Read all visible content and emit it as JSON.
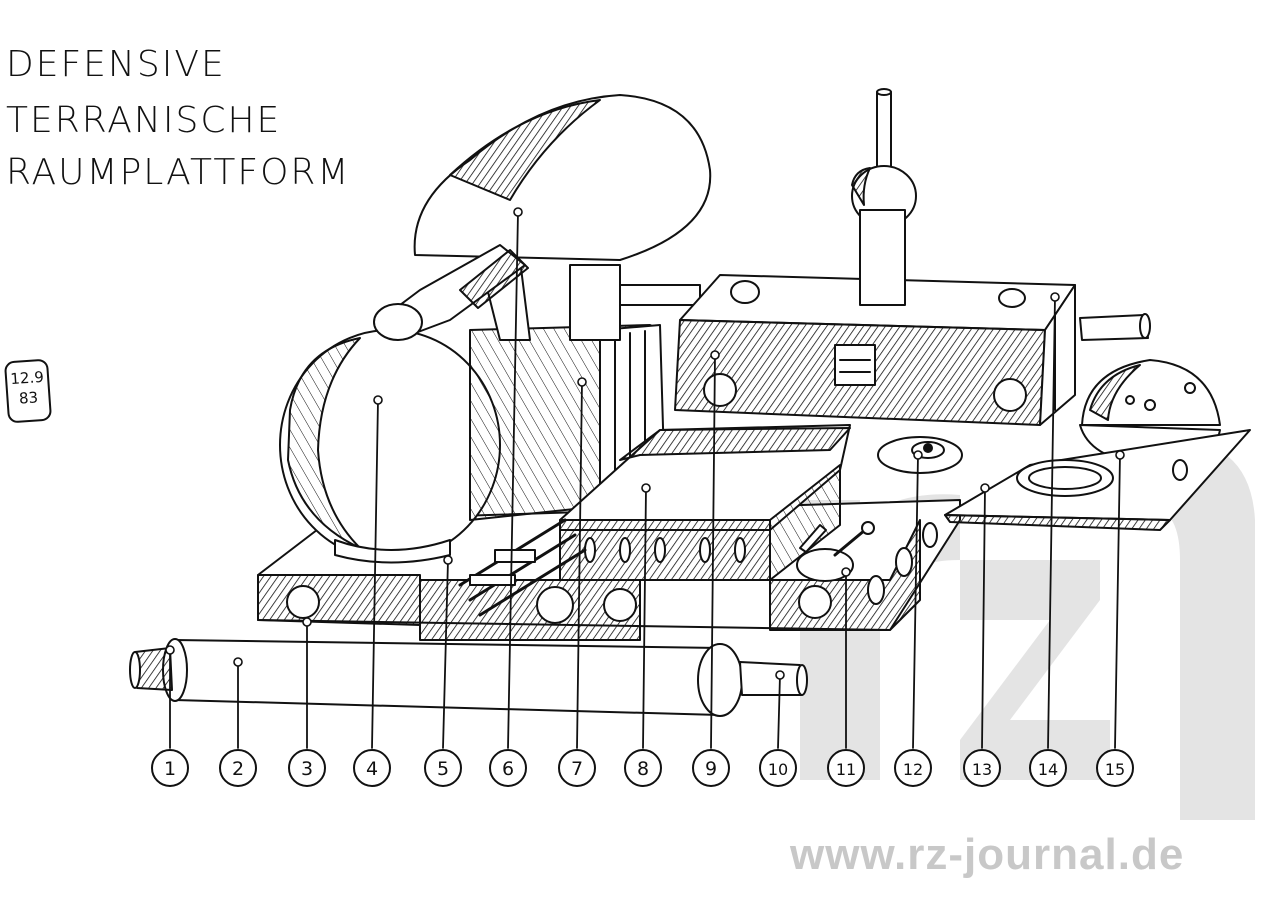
{
  "title": {
    "line1": "DEFENSIVE",
    "line2": "TERRANISCHE",
    "line3": "RAUMPLATTFORM"
  },
  "stamp": {
    "line1": "12.9",
    "line2": "83"
  },
  "watermark": {
    "text": "www.rz-journal.de",
    "logo": "rz-logo"
  },
  "callouts": [
    {
      "label": "1"
    },
    {
      "label": "2"
    },
    {
      "label": "3"
    },
    {
      "label": "4"
    },
    {
      "label": "5"
    },
    {
      "label": "6"
    },
    {
      "label": "7"
    },
    {
      "label": "8"
    },
    {
      "label": "9"
    },
    {
      "label": "10"
    },
    {
      "label": "11"
    },
    {
      "label": "12"
    },
    {
      "label": "13"
    },
    {
      "label": "14"
    },
    {
      "label": "15"
    }
  ],
  "colors": {
    "ink": "#111111",
    "watermark": "#c8c8c8",
    "paper": "#ffffff"
  }
}
